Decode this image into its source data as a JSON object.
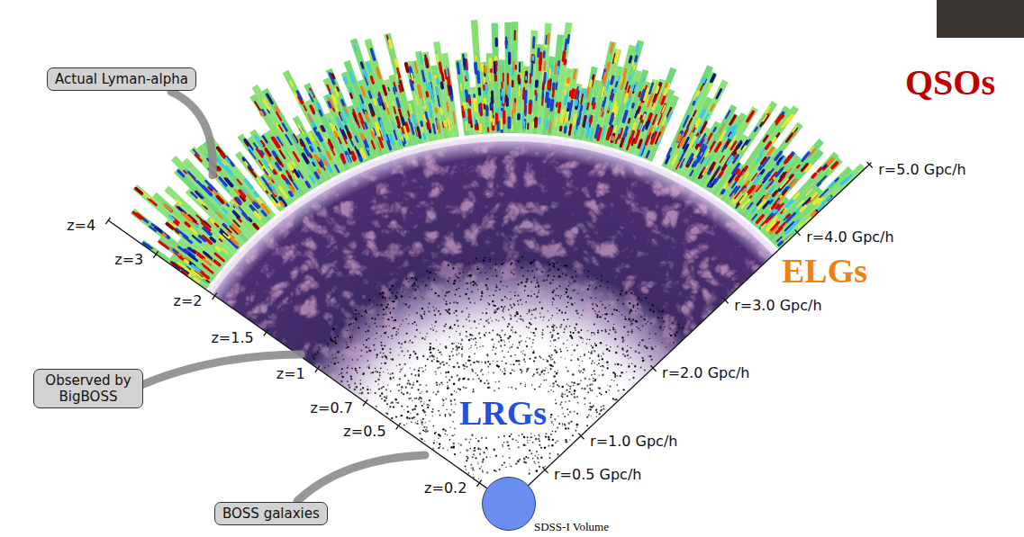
{
  "diagram": {
    "nodes": [
      {
        "text": [
          "Actual Lyman-alpha"
        ]
      },
      {
        "text": [
          "Observed by BigBOSS"
        ]
      },
      {
        "text": [
          "BOSS galaxies"
        ]
      },
      {
        "text": [
          "SDSS-I Volume"
        ]
      }
    ],
    "labels": [
      "QSOs",
      "ELGs",
      "LRGs",
      "z=4",
      "z=3",
      "z=2",
      "z=1.5",
      "z=1",
      "z=0.7",
      "z=0.5",
      "z=0.2",
      "r=5.0 Gpc/h",
      "r=4.0 Gpc/h",
      "r=3.0 Gpc/h",
      "r=2.0 Gpc/h",
      "r=1.0 Gpc/h",
      "r=0.5 Gpc/h"
    ]
  }
}
